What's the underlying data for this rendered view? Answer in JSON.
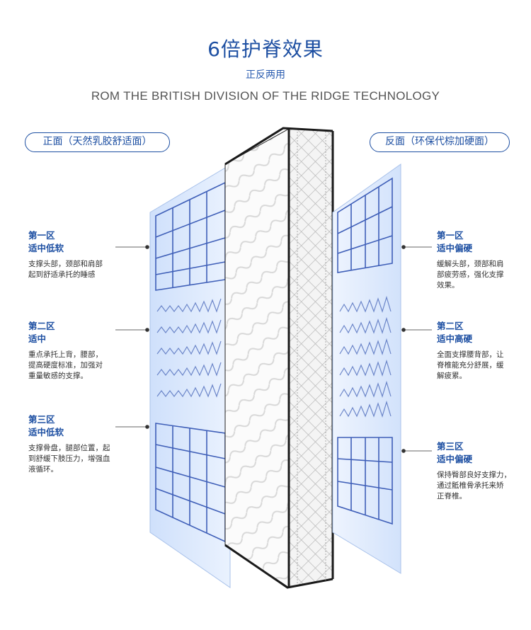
{
  "header": {
    "title": "6倍护脊效果",
    "subtitle": "正反两用",
    "tagline": "ROM THE BRITISH DIVISION OF THE RIDGE TECHNOLOGY"
  },
  "labels": {
    "front": "正面（天然乳胶舒适面）",
    "back": "反面（环保代棕加硬面）"
  },
  "left_zones": [
    {
      "name": "第一区",
      "type": "适中低软",
      "desc": "支撑头部，颈部和肩部\n起到舒适承托的睡感"
    },
    {
      "name": "第二区",
      "type": "适中",
      "desc": "重点承托上背，腰部，\n提高硬度标准，加强对\n重量敏感的支撑。"
    },
    {
      "name": "第三区",
      "type": "适中低软",
      "desc": "支撑骨盘，腿部位置，起\n到舒缓下肢压力，增强血\n液循环。"
    }
  ],
  "right_zones": [
    {
      "name": "第一区",
      "type": "适中偏硬",
      "desc": "缓解头部，颈部和肩\n部疲劳感，强化支撑\n效果。"
    },
    {
      "name": "第二区",
      "type": "适中高硬",
      "desc": "全面支撑腰背部，让\n脊椎能充分舒展，缓\n解疲累。"
    },
    {
      "name": "第三区",
      "type": "适中偏硬",
      "desc": "保持臀部良好支撑力，\n通过骶椎骨承托来矫\n正脊椎。"
    }
  ],
  "colors": {
    "brand": "#1d4fa2",
    "panel": "#dbe8fb",
    "grid": "#3f5fb8",
    "mattress_edge": "#1a1a1a"
  }
}
